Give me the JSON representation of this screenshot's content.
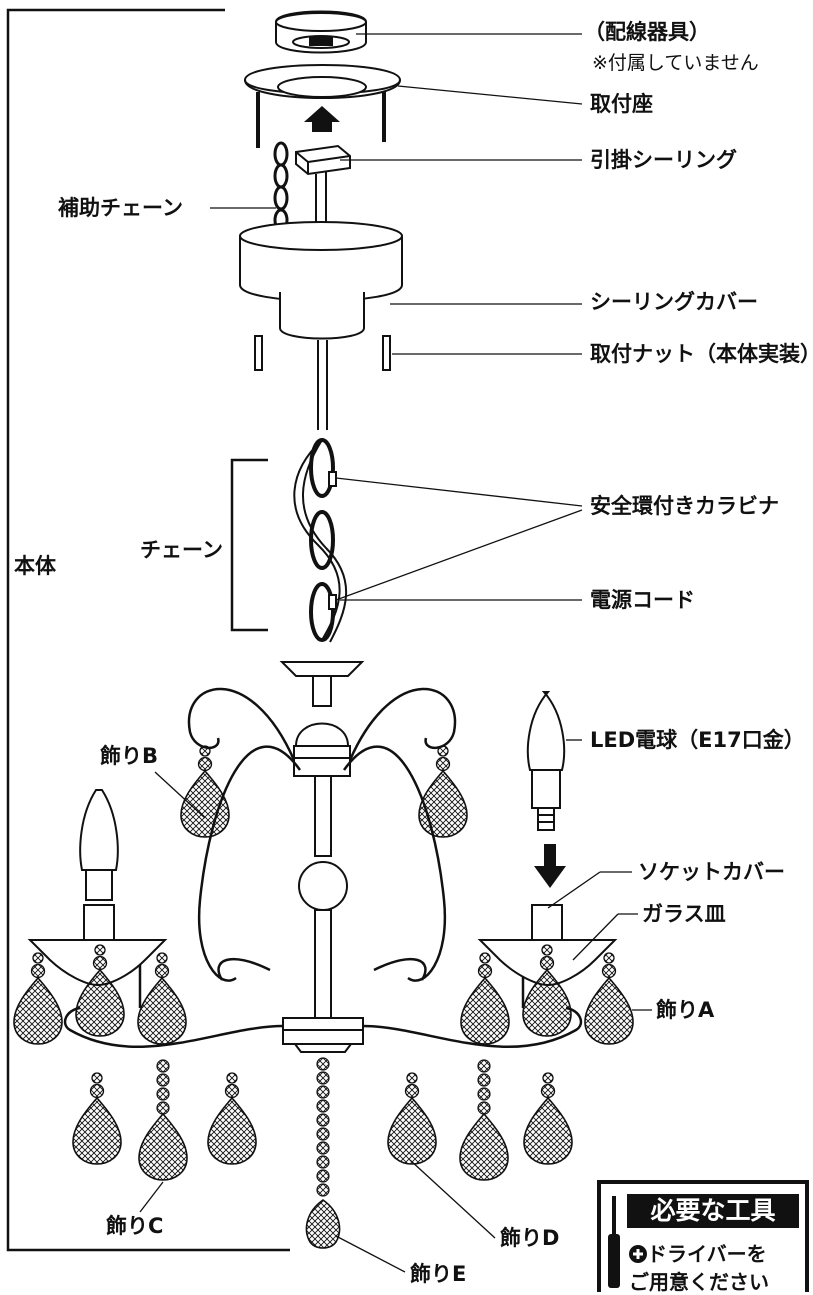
{
  "labels": {
    "wiring": "（配線器具）",
    "wiring_note": "※付属していません",
    "mount_plate": "取付座",
    "hook_ceiling": "引掛シーリング",
    "aux_chain": "補助チェーン",
    "ceiling_cover": "シーリングカバー",
    "mount_nut": "取付ナット（本体実装）",
    "carabiner": "安全環付きカラビナ",
    "chain": "チェーン",
    "body": "本体",
    "power_cord": "電源コード",
    "bulb": "LED電球（E17口金）",
    "deco_b": "飾りB",
    "socket_cover": "ソケットカバー",
    "glass_dish": "ガラス皿",
    "deco_a": "飾りA",
    "deco_c": "飾りC",
    "deco_d": "飾りD",
    "deco_e": "飾りE"
  },
  "tools": {
    "title": "必要な工具",
    "line1": "ドライバーを",
    "line2": "ご用意ください",
    "icon": "plus-screwdriver-icon"
  },
  "colors": {
    "ink": "#111111",
    "paper": "#ffffff"
  }
}
